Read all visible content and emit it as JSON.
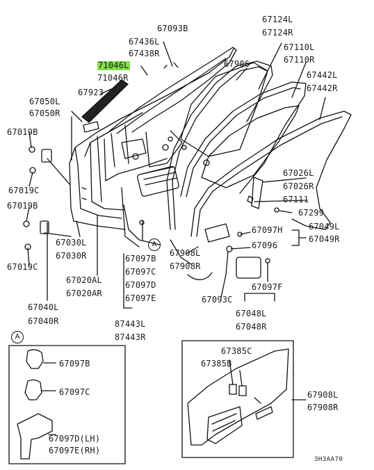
{
  "diagram": {
    "highlight_color": "#7fe14a",
    "detail_marker": "A",
    "footer_code": "3H3AA70",
    "labels": {
      "p67093B": "67093B",
      "p67436L": "67436L",
      "p67438R": "67438R",
      "p71046L": "71046L",
      "p71046R": "71046R",
      "p67923": "67923",
      "p67050L": "67050L",
      "p67050R": "67050R",
      "p67019B_a": "67019B",
      "p67019C_a": "67019C",
      "p67019B_b": "67019B",
      "p67019C_b": "67019C",
      "p67124L": "67124L",
      "p67124R": "67124R",
      "p67906": "67906",
      "p67110L": "67110L",
      "p67110R": "67110R",
      "p67442L": "67442L",
      "p67442R": "67442R",
      "p67026L": "67026L",
      "p67026R": "67026R",
      "p67111": "67111",
      "p67299": "67299",
      "p67097H": "67097H",
      "p67096": "67096",
      "p67049L": "67049L",
      "p67049R": "67049R",
      "p67030L": "67030L",
      "p67030R": "67030R",
      "p67020AL": "67020AL",
      "p67020AR": "67020AR",
      "p67040L": "67040L",
      "p67040R": "67040R",
      "p67097B": "67097B",
      "p67097C": "67097C",
      "p67097D": "67097D",
      "p67097E": "67097E",
      "p87443L": "87443L",
      "p87443R": "87443R",
      "p67908L_a": "67908L",
      "p67908R_a": "67908R",
      "p67093C": "67093C",
      "p67097F": "67097F",
      "p67048L": "67048L",
      "p67048R": "67048R",
      "p67385C": "67385C",
      "p67385B": "67385B",
      "p67908L_b": "67908L",
      "p67908R_b": "67908R",
      "legend_67097B": "67097B",
      "legend_67097C": "67097C",
      "legend_67097D": "67097D(LH)",
      "legend_67097E": "67097E(RH)"
    }
  }
}
